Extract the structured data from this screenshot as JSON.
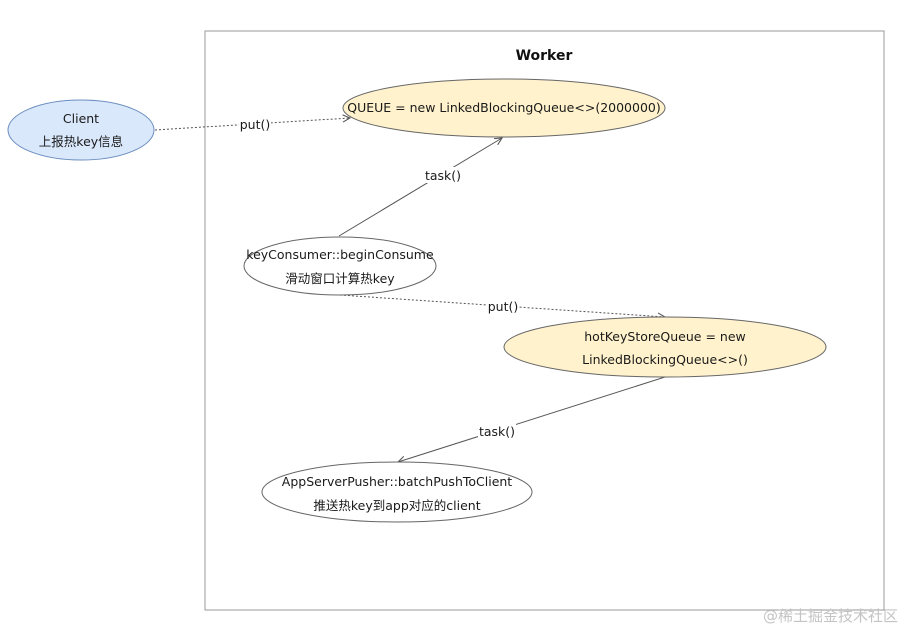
{
  "worker": {
    "title": "Worker"
  },
  "nodes": {
    "client": {
      "line1": "Client",
      "line2": "上报热key信息"
    },
    "queue": {
      "line1": "QUEUE = new LinkedBlockingQueue<>(2000000)"
    },
    "key_consumer": {
      "line1": "keyConsumer::beginConsume",
      "line2": "滑动窗口计算热key"
    },
    "hot_key_store_queue": {
      "line1": "hotKeyStoreQueue = new",
      "line2": "LinkedBlockingQueue<>()"
    },
    "app_server_pusher": {
      "line1": "AppServerPusher::batchPushToClient",
      "line2": "推送热key到app对应的client"
    }
  },
  "edges": {
    "client_to_queue": {
      "label": "put()"
    },
    "consumer_to_queue": {
      "label": "task()"
    },
    "consumer_to_store": {
      "label": "put()"
    },
    "store_to_pusher": {
      "label": "task()"
    }
  },
  "watermark": "@稀土掘金技术社区",
  "colors": {
    "client_fill": "#dae8fc",
    "client_stroke": "#6c8ebf",
    "queue_fill": "#fff2cc",
    "queue_stroke": "#666666",
    "plain_fill": "#ffffff",
    "plain_stroke": "#666666",
    "edge": "#555555",
    "container_stroke": "#999999"
  }
}
